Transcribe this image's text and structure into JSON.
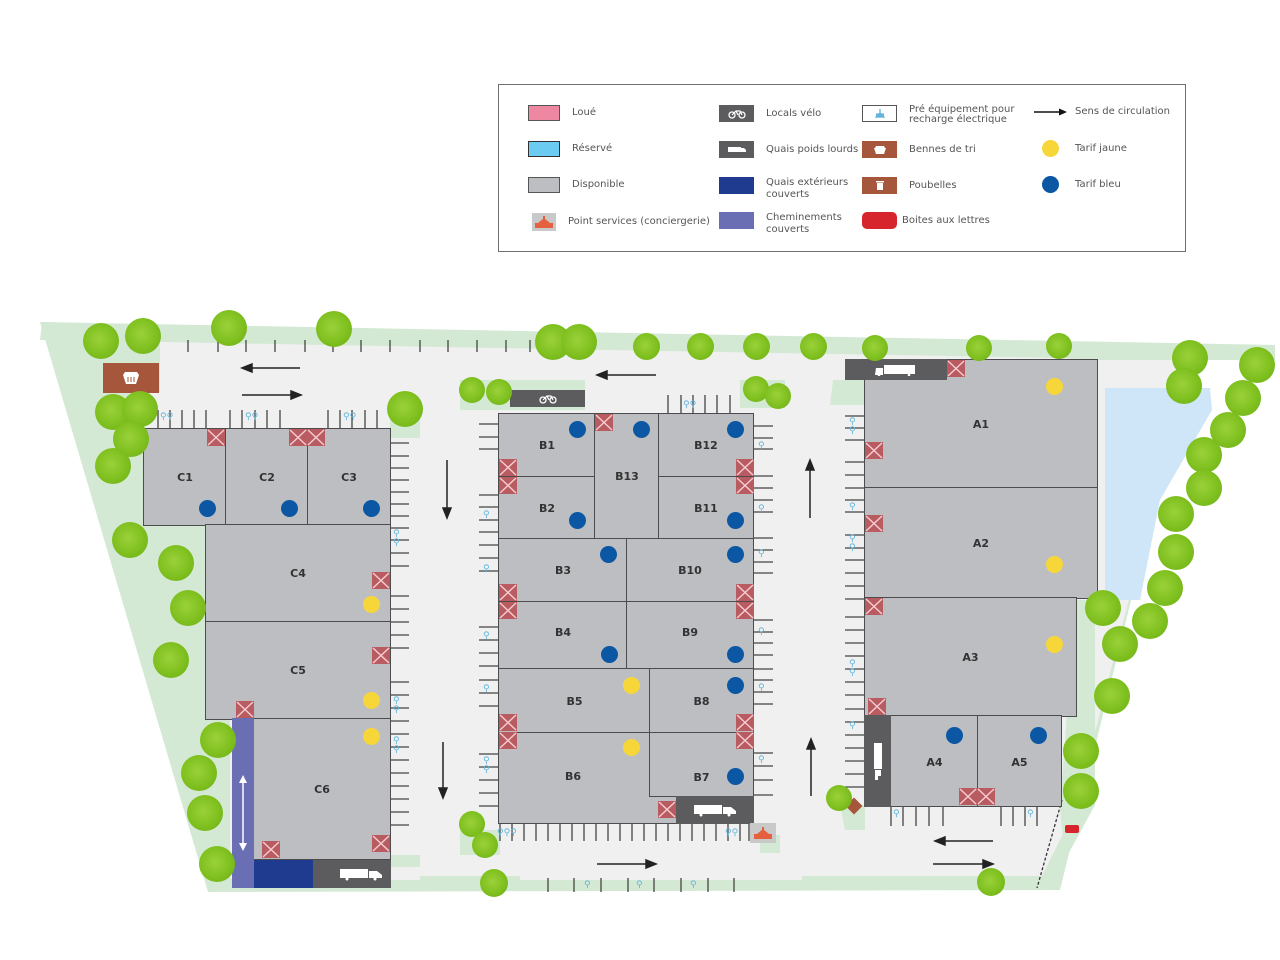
{
  "legend": {
    "items": [
      {
        "label": "Loué",
        "swatch": "#ee87a2",
        "kind": "swatch"
      },
      {
        "label": "Réservé",
        "swatch": "#6ccbf0",
        "kind": "swatch"
      },
      {
        "label": "Disponible",
        "swatch": "#bdbec2",
        "kind": "swatch"
      },
      {
        "label": "Point services (conciergerie)",
        "swatch": "#e5603f",
        "kind": "icon"
      },
      {
        "label": "Locals vélo",
        "swatch": "#5c5c5e",
        "kind": "icon"
      },
      {
        "label": "Quais poids lourds",
        "swatch": "#5c5c5e",
        "kind": "icon"
      },
      {
        "label": "Quais extérieurs couverts",
        "swatch": "#1f3b8f",
        "kind": "swatch"
      },
      {
        "label": "Cheminements couverts",
        "swatch": "#6a6fb3",
        "kind": "swatch"
      },
      {
        "label": "Pré équipement pour recharge électrique",
        "swatch": "#ffffff",
        "kind": "icon"
      },
      {
        "label": "Bennes de tri",
        "swatch": "#a6563a",
        "kind": "icon"
      },
      {
        "label": "Poubelles",
        "swatch": "#a6563a",
        "kind": "icon"
      },
      {
        "label": "Boites aux lettres",
        "swatch": "#d7252d",
        "kind": "swatch"
      },
      {
        "label": "Sens de circulation",
        "kind": "arrow"
      },
      {
        "label": "Tarif jaune",
        "swatch": "#f7d63a",
        "kind": "dot"
      },
      {
        "label": "Tarif bleu",
        "swatch": "#0b57a4",
        "kind": "dot"
      }
    ]
  },
  "colors": {
    "available": "#bdbec2",
    "rented": "#ee87a2",
    "reserved": "#6ccbf0",
    "green_space": "#d4e9d4",
    "road": "#f0f0f0",
    "pond": "#cfe6f9",
    "tarif_jaune": "#f7d63a",
    "tarif_bleu": "#0b57a4"
  },
  "buildings": {
    "C": [
      {
        "id": "C1",
        "tarif": "bleu"
      },
      {
        "id": "C2",
        "tarif": "bleu"
      },
      {
        "id": "C3",
        "tarif": "bleu"
      },
      {
        "id": "C4",
        "tarif": "jaune"
      },
      {
        "id": "C5",
        "tarif": "jaune"
      },
      {
        "id": "C6",
        "tarif": "jaune"
      }
    ],
    "B": [
      {
        "id": "B1",
        "tarif": "bleu"
      },
      {
        "id": "B2",
        "tarif": "bleu"
      },
      {
        "id": "B3",
        "tarif": "bleu"
      },
      {
        "id": "B4",
        "tarif": "bleu"
      },
      {
        "id": "B5",
        "tarif": "jaune"
      },
      {
        "id": "B6",
        "tarif": "jaune"
      },
      {
        "id": "B7",
        "tarif": "bleu"
      },
      {
        "id": "B8",
        "tarif": "bleu"
      },
      {
        "id": "B9",
        "tarif": "bleu"
      },
      {
        "id": "B10",
        "tarif": "bleu"
      },
      {
        "id": "B11",
        "tarif": "bleu"
      },
      {
        "id": "B12",
        "tarif": "bleu"
      },
      {
        "id": "B13",
        "tarif": "bleu"
      }
    ],
    "A": [
      {
        "id": "A1",
        "tarif": "jaune"
      },
      {
        "id": "A2",
        "tarif": "jaune"
      },
      {
        "id": "A3",
        "tarif": "jaune"
      },
      {
        "id": "A4",
        "tarif": "bleu"
      },
      {
        "id": "A5",
        "tarif": "bleu"
      }
    ]
  }
}
